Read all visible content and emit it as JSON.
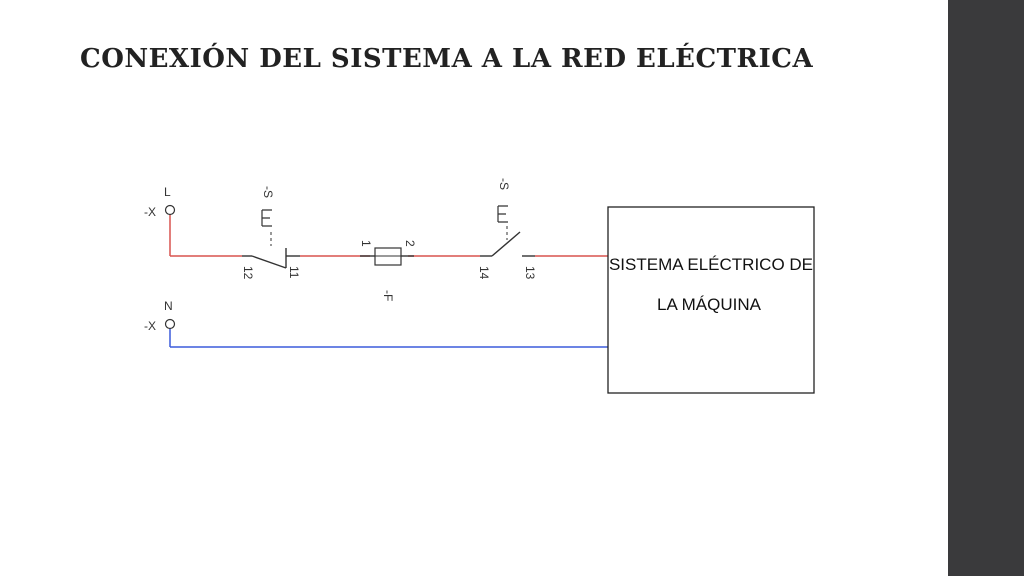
{
  "slide": {
    "title": "CONEXIÓN DEL SISTEMA A LA RED ELÉCTRICA"
  },
  "diagram": {
    "terminal_l": {
      "ref": "-X",
      "label": "L"
    },
    "terminal_n": {
      "ref": "-X",
      "label": "N"
    },
    "switch_nc": {
      "ref": "-S",
      "pin_a": "12",
      "pin_b": "11"
    },
    "fuse": {
      "ref": "-F",
      "pin_a": "1",
      "pin_b": "2"
    },
    "switch_no": {
      "ref": "-S",
      "pin_a": "14",
      "pin_b": "13"
    },
    "machine_box": {
      "line1": "SISTEMA ELÉCTRICO DE",
      "line2": "LA MÁQUINA"
    },
    "colors": {
      "phase_wire": "#d9534f",
      "neutral_wire": "#3b5bdb",
      "sidebar": "#3a3a3c"
    }
  }
}
